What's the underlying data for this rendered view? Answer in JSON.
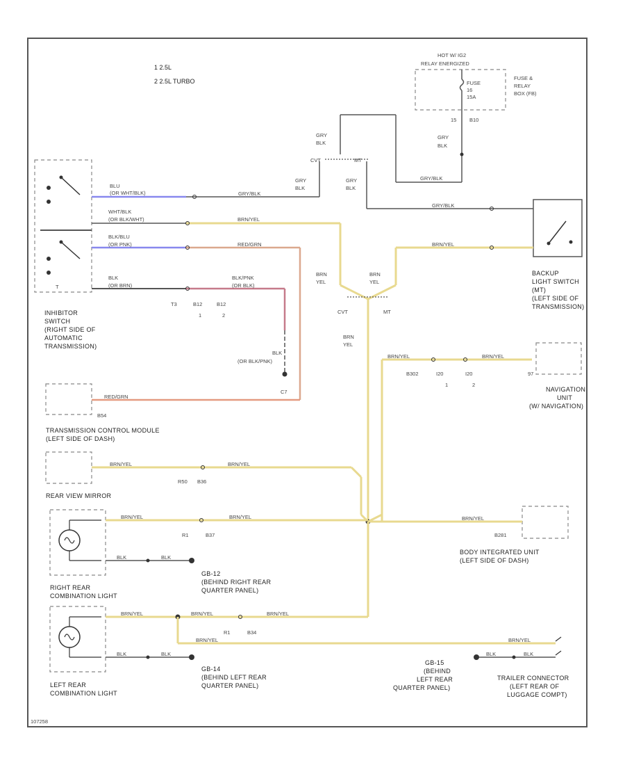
{
  "legend": {
    "item1": "1   2.5L",
    "item2": "2   2.5L TURBO"
  },
  "colors": {
    "frame": "#555555",
    "yellow": "#e8d98f",
    "blue": "#8888ee",
    "tan": "#dba88e",
    "pink": "#c57a8a",
    "orange": "#e49a80",
    "dark": "#555555",
    "gray": "#777777"
  },
  "components": {
    "fuse_header": "HOT W/ IG2",
    "fuse_header2": "RELAY ENERGIZED",
    "fuse_label": "FUSE",
    "fuse_num": "16",
    "fuse_amp": "15A",
    "fuse_box": [
      "FUSE &",
      "RELAY",
      "BOX (FB)"
    ],
    "fuse_pin": "15",
    "fuse_conn": "B10",
    "inhibitor": [
      "INHIBITOR",
      "SWITCH",
      "(RIGHT SIDE OF",
      "AUTOMATIC",
      "TRANSMISSION)"
    ],
    "backup": [
      "BACKUP",
      "LIGHT SWITCH",
      "(MT)",
      "(LEFT SIDE OF",
      "TRANSMISSION)"
    ],
    "tcm": [
      "TRANSMISSION CONTROL MODULE",
      "(LEFT SIDE OF DASH)"
    ],
    "tcm_conn": "B54",
    "mirror": "REAR VIEW MIRROR",
    "mirror_conn1": "R50",
    "mirror_conn2": "B36",
    "nav": [
      "NAVIGATION",
      "UNIT",
      "(W/ NAVIGATION)"
    ],
    "nav_pin": "97",
    "bcm": [
      "BODY INTEGRATED UNIT",
      "(LEFT SIDE OF DASH)"
    ],
    "bcm_conn": "B281",
    "rr_light": [
      "RIGHT REAR",
      "COMBINATION LIGHT"
    ],
    "lr_light": [
      "LEFT REAR",
      "COMBINATION LIGHT"
    ],
    "trailer": [
      "TRAILER CONNECTOR",
      "(LEFT REAR OF",
      "LUGGAGE COMPT)"
    ],
    "gb12": [
      "GB-12",
      "(BEHIND RIGHT REAR",
      "QUARTER PANEL)"
    ],
    "gb14": [
      "GB-14",
      "(BEHIND LEFT REAR",
      "QUARTER PANEL)"
    ],
    "gb15": [
      "GB-15",
      "(BEHIND",
      "LEFT REAR",
      "QUARTER PANEL)"
    ],
    "cvt": "CVT",
    "mt": "MT",
    "figure_id": "107258"
  },
  "wires": {
    "blu": "BLU",
    "blu_alt": "(OR WHT/BLK)",
    "wht_blk": "WHT/BLK",
    "wht_blk_alt": "(OR BLK/WHT)",
    "blk_blu": "BLK/BLU",
    "blk_blu_alt": "(OR PNK)",
    "blk": "BLK",
    "blk_alt": "(OR BRN)",
    "blk_pnk": "BLK/PNK",
    "blk_pnk_alt": "(OR BLK)",
    "grn_blk": "GRY/BLK",
    "brn_yel": "BRN/YEL",
    "red_grn": "RED/GRN",
    "brn": "BRN",
    "yel": "YEL",
    "gry": "GRY",
    "blk2": "BLK",
    "blk_or": "BLK",
    "blk_or_alt": "(OR BLK/PNK)",
    "conn_t3": "T3",
    "conn_b12a": "B12",
    "conn_b12b": "B12",
    "conn_n1": "1",
    "conn_n2": "2",
    "conn_b302": "B302",
    "conn_i20a": "I20",
    "conn_i20b": "I20",
    "conn_r1": "R1",
    "conn_b37": "B37",
    "conn_r1b": "R1",
    "conn_b34": "B34",
    "pin_c7": "C7"
  }
}
